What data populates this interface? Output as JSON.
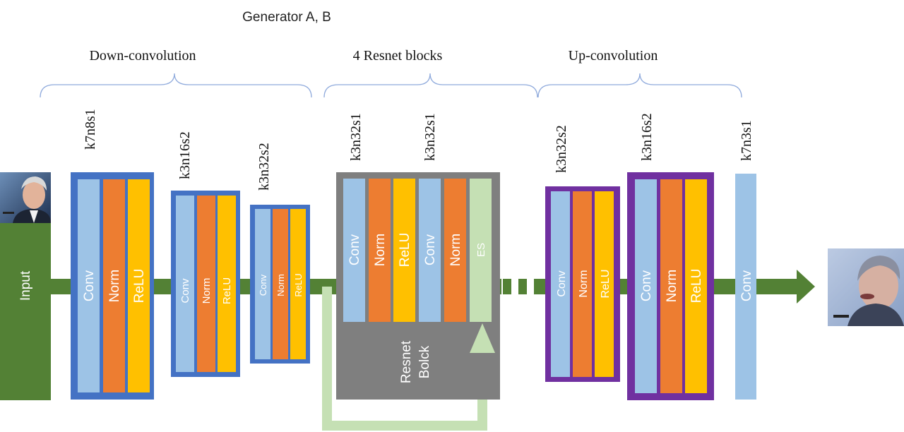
{
  "title": "Generator A, B",
  "sections": {
    "down": "Down-convolution",
    "resnet": "4 Resnet blocks",
    "up": "Up-convolution"
  },
  "params": {
    "p1": "k7n8s1",
    "p2": "k3n16s2",
    "p3": "k3n32s2",
    "p4": "k3n32s1",
    "p5": "k3n32s1",
    "p6": "k3n32s2",
    "p7": "k3n16s2",
    "p8": "k7n3s1"
  },
  "input_label": "Input",
  "layers": {
    "conv": "Conv",
    "norm": "Norm",
    "relu": "ReLU",
    "es": "ES"
  },
  "resnet_block_label": [
    "Resnet",
    "Bolck"
  ],
  "colors": {
    "arrow": "#538135",
    "conv": "#9DC3E6",
    "norm": "#ED7D31",
    "relu": "#FFC000",
    "es": "#C5E0B4",
    "down_frame": "#4472C4",
    "up_frame": "#7030A0",
    "resnet_bg": "#7F7F7F",
    "skip": "#C5E0B4",
    "brace": "#8FAADC"
  },
  "images": {
    "input": "portrait-photo",
    "output": "generated-portrait"
  }
}
